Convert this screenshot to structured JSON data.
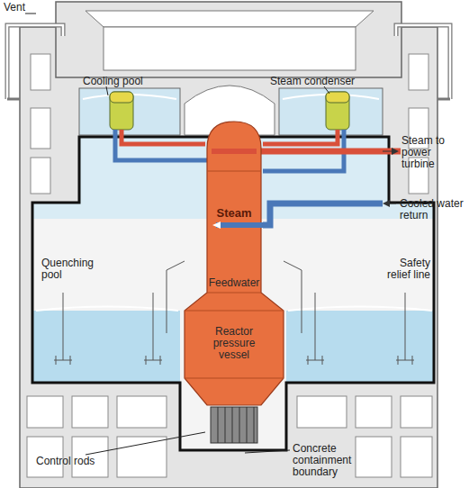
{
  "diagram": {
    "nodes": [
      {
        "text": [
          "Steam",
          "Feedwater",
          "Reactor pressure vessel"
        ]
      }
    ],
    "labels": [
      "Vent",
      "Cooling pool",
      "Steam condenser",
      "Steam to power turbine",
      "Cooled water return",
      "Quenching pool",
      "Safety relief line",
      "Control rods",
      "Concrete containment boundary"
    ]
  }
}
